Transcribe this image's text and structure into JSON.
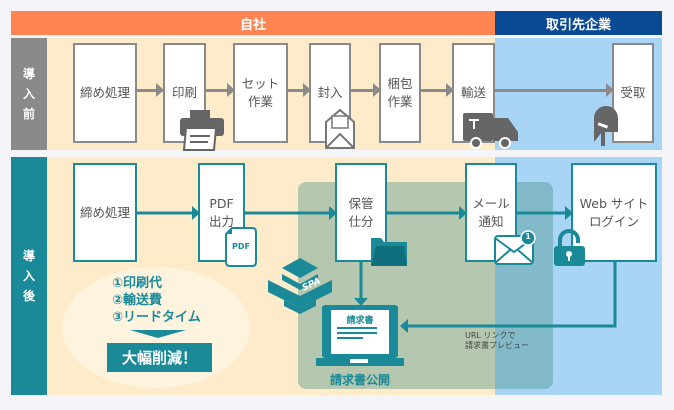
{
  "header": {
    "own_company": "自社",
    "partner": "取引先企業"
  },
  "before": {
    "label": "導\n入\n前",
    "steps": [
      "締め処理",
      "印刷",
      "セット\n作業",
      "封入",
      "梱包\n作業",
      "輸送",
      "受取"
    ]
  },
  "after": {
    "label": "導\n入\n後",
    "steps": [
      "締め処理",
      "PDF\n出力",
      "保管\n仕分",
      "メール\n通知",
      "Web サイト\nログイン"
    ],
    "pdf_icon_text": "PDF",
    "spa_text": "SPA",
    "mail_badge": "1",
    "benefits": [
      "①印刷代",
      "②輸送費",
      "③リードタイム"
    ],
    "reduction": "大幅削減！",
    "laptop_doc": "請求書",
    "publish_label": "請求書公開",
    "url_note": "URL リンクで\n請求書プレビュー"
  },
  "colors": {
    "orange": "#ff8450",
    "navy": "#0a4a94",
    "gray": "#8a8a8a",
    "teal": "#1a8a99",
    "peach": "#fdebc9",
    "lightblue": "#a8d4f5",
    "green": "#a9c8b8"
  }
}
